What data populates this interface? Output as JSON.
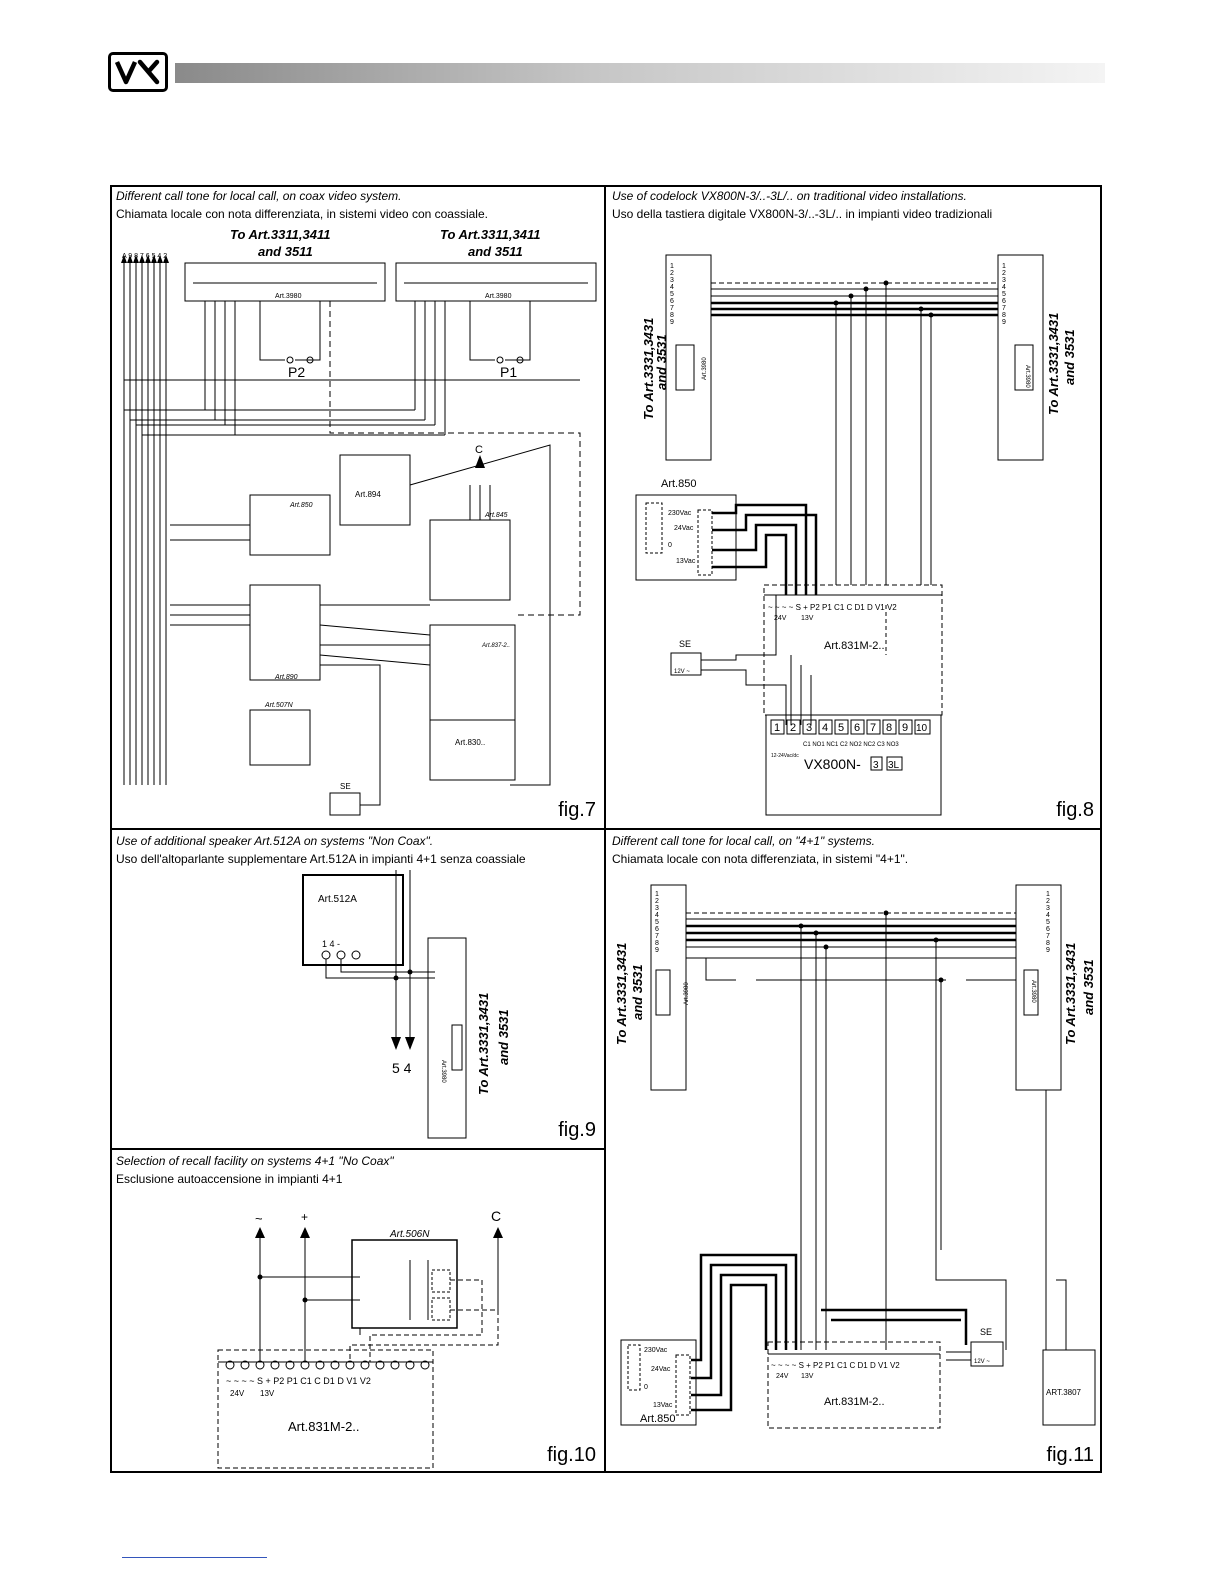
{
  "header": {
    "logo_text": "VX"
  },
  "fig7": {
    "title_en": "Different call tone for local call, on coax video system.",
    "title_it": "Chiamata locale con nota differenziata, in sistemi video con coassiale.",
    "to_label_1": "To Art.3311,3411",
    "and_label_1": "and 3511",
    "to_label_2": "To Art.3311,3411",
    "and_label_2": "and 3511",
    "bus_letters": "A 9 8 7 6 5 4 2",
    "art3980_a": "Art.3980",
    "art3980_b": "Art.3980",
    "button_p2": "P2",
    "button_p1": "P1",
    "art894": "Art.894",
    "art850": "Art.850",
    "art845": "Art.845",
    "art890": "Art.890",
    "art837": "Art.837-2..",
    "art830": "Art.830..",
    "art507n": "Art.507N",
    "se": "SE",
    "c_label": "C",
    "fig_label": "fig.7"
  },
  "fig8": {
    "title_en": "Use of codelock VX800N-3/..-3L/.. on traditional video installations.",
    "title_it": "Uso della tastiera digitale VX800N-3/..-3L/.. in impianti video tradizionali",
    "left_to": "To Art.3331,3431",
    "left_and": "and 3531",
    "right_to": "To Art.3331,3431",
    "right_and": "and 3531",
    "art3980_left": "Art.3980",
    "art3980_right": "Art.3980",
    "art850": "Art.850",
    "v230": "230Vac",
    "v24": "24Vac",
    "v0": "0",
    "v13": "13Vac",
    "se": "SE",
    "se_volt": "12V ~",
    "art831": "Art.831M-2..",
    "terminals_831": "~ ~ ~ ~  S  +  P2 P1 C1  C  D1  D  V1 V2",
    "sub_24v": "24V",
    "sub_13v": "13V",
    "keys": [
      "1",
      "2",
      "3",
      "4",
      "5",
      "6",
      "7",
      "8",
      "9",
      "10"
    ],
    "key_labels": "C1  NO1  NC1  C2  NO2  NC2  C3  NO3",
    "volt_1224": "12-24Vac/dc",
    "vx800n": "VX800N-",
    "vx800n_box1": "3",
    "vx800n_box2": "3L",
    "fig_label": "fig.8"
  },
  "fig9": {
    "title_en": "Use of additional speaker Art.512A on systems \"Non Coax\".",
    "title_it": "Uso dell'altoparlante supplementare Art.512A in impianti 4+1 senza coassiale",
    "art512a": "Art.512A",
    "terminals": "1  4   -",
    "bottom_nums": "5 4",
    "art3980": "Art.3980",
    "to_label": "To Art.3331,3431",
    "and_label": "and 3531",
    "fig_label": "fig.9"
  },
  "fig10": {
    "title_en": "Selection of recall facility on systems 4+1 \"No Coax\"",
    "title_it": "Esclusione autoaccensione in impianti 4+1",
    "tilde": "~",
    "plus": "+",
    "c_label": "C",
    "art506n": "Art.506N",
    "terminals": "~ ~ ~ ~  S  +  P2  P1  C1  C  D1  D  V1  V2",
    "sub_24v": "24V",
    "sub_13v": "13V",
    "art831": "Art.831M-2..",
    "fig_label": "fig.10"
  },
  "fig11": {
    "title_en": "Different call tone for local call, on \"4+1\" systems.",
    "title_it": "Chiamata locale con nota differenziata, in sistemi \"4+1\".",
    "left_to": "To Art.3331,3431",
    "left_and": "and 3531",
    "right_to": "To Art.3331,3431",
    "right_and": "and 3531",
    "art3980_left": "Art.3980",
    "art3980_right": "Art.3980",
    "v230": "230Vac",
    "v24": "24Vac",
    "v0": "0",
    "v13": "13Vac",
    "art850": "Art.850",
    "art831": "Art.831M-2..",
    "terminals_831": "~ ~ ~ ~  S  +  P2 P1 C1  C  D1  D  V1 V2",
    "sub_24v": "24V",
    "sub_13v": "13V",
    "se": "SE",
    "se_volt": "12V ~",
    "art3807": "ART.3807",
    "fig_label": "fig.11"
  },
  "colors": {
    "ink": "#000000",
    "background": "#ffffff",
    "footer_rule": "#3355bb"
  }
}
